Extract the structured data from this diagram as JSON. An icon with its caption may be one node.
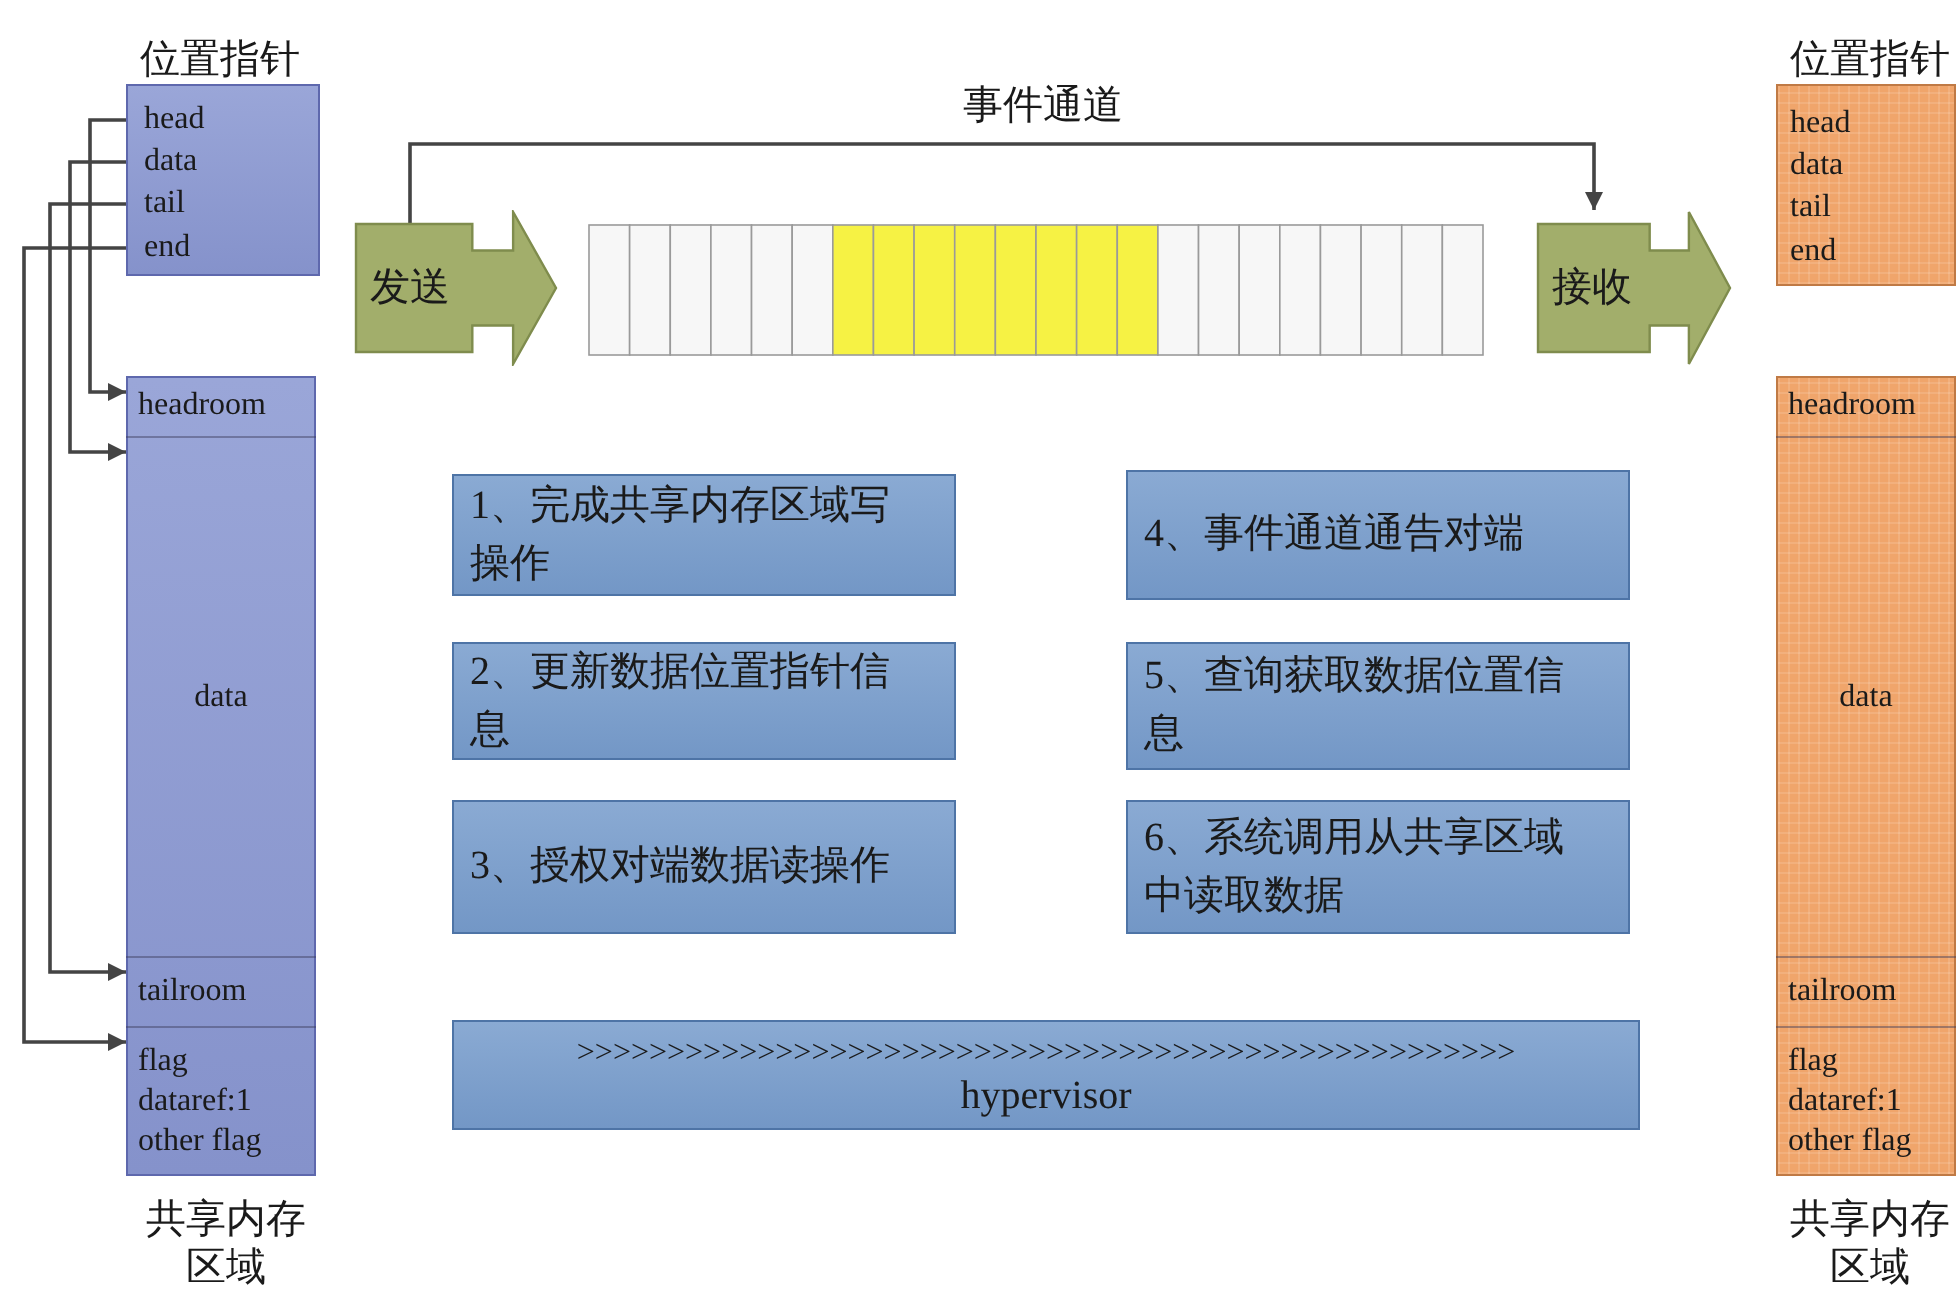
{
  "diagram": {
    "nodes": [
      {
        "text": [
          "位置指针"
        ]
      },
      {
        "text": [
          "head"
        ],
        "in": 0
      },
      {
        "text": [
          "data"
        ],
        "in": 0
      },
      {
        "text": [
          "tail"
        ],
        "in": 0
      },
      {
        "text": [
          "end"
        ],
        "in": 0
      },
      {
        "text": [
          "共享内存区域"
        ]
      },
      {
        "text": [
          "headroom"
        ],
        "in": 5
      },
      {
        "text": [
          "data"
        ],
        "in": 5
      },
      {
        "text": [
          "tailroom"
        ],
        "in": 5
      },
      {
        "text": [
          "flag",
          "dataref:1",
          "other flag"
        ],
        "in": 5
      },
      {
        "text": [
          "发送"
        ]
      },
      {
        "text": [],
        "shape": "box"
      },
      {
        "text": [
          "接收"
        ]
      },
      {
        "text": [
          "位置指针"
        ]
      },
      {
        "text": [
          "head"
        ],
        "in": 13
      },
      {
        "text": [
          "data"
        ],
        "in": 13
      },
      {
        "text": [
          "tail"
        ],
        "in": 13
      },
      {
        "text": [
          "end"
        ],
        "in": 13
      },
      {
        "text": [
          "共享内存区域"
        ]
      },
      {
        "text": [
          "headroom"
        ],
        "in": 18
      },
      {
        "text": [
          "data"
        ],
        "in": 18
      },
      {
        "text": [
          "tailroom"
        ],
        "in": 18
      },
      {
        "text": [
          "flag",
          "dataref:1",
          "other flag"
        ],
        "in": 18
      },
      {
        "text": [
          "1、完成共享内存区域写操作"
        ]
      },
      {
        "text": [
          "4、事件通道通告对端"
        ]
      },
      {
        "text": [
          "2、更新数据位置指针信息"
        ]
      },
      {
        "text": [
          "5、查询获取数据位置信息"
        ]
      },
      {
        "text": [
          "3、授权对端数据读操作"
        ]
      },
      {
        "text": [
          "6、系统调用从共享区域中读取数据"
        ]
      },
      {
        "text": [
          ">>>>>>>>>>>>>>>>>>>>>>>>>>>>>>>>>>>>>>>>>>>>>>>>>>>>",
          "hypervisor"
        ]
      }
    ],
    "edges": [
      {
        "from": 1,
        "to": 6,
        "arrow": "to"
      },
      {
        "from": 2,
        "to": 7,
        "arrow": "to"
      },
      {
        "from": 3,
        "to": 8,
        "arrow": "to"
      },
      {
        "from": 4,
        "to": 9,
        "arrow": "to"
      },
      {
        "from": 10,
        "to": 12,
        "arrow": "to",
        "label": "事件通道"
      }
    ]
  }
}
